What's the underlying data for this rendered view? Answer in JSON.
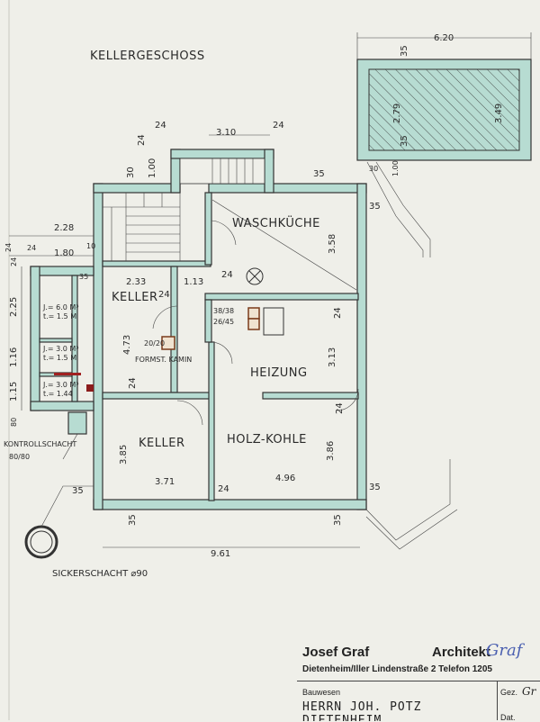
{
  "title": "KELLERGESCHOSS",
  "rooms": {
    "waschkueche": "WASCHKÜCHE",
    "keller_small": "KELLER",
    "heizung": "HEIZUNG",
    "keller": "KELLER",
    "holz_kohle": "HOLZ-KOHLE",
    "kamin": "FORMST. KAMIN"
  },
  "labels": {
    "kontrollschacht": "KONTROLLSCHACHT",
    "kontrollschacht_size": "80/80",
    "sickerschacht": "SICKERSCHACHT ⌀90",
    "tank1": "J.= 6.0 M³",
    "tank1b": "t.= 1.5 M",
    "tank2": "J.= 3.0 M³",
    "tank2b": "t.= 1.5 M",
    "tank3": "J.= 3.0 M³",
    "tank3b": "t.= 1.44",
    "chimney1": "38/38",
    "chimney2": "26/45",
    "kamin_size": "20/20"
  },
  "dims": {
    "d620": "6.20",
    "d35a": "35",
    "d35b": "35",
    "d279": "2.79",
    "d349": "3.49",
    "d310": "3.10",
    "d24a": "24",
    "d24b": "24",
    "d24c": "24",
    "d100a": "1.00",
    "d30": "30",
    "d35c": "35",
    "d30b": "30",
    "d100b": "1.00",
    "d35d": "35",
    "d228": "2.28",
    "d180": "1.80",
    "d24d": "24",
    "d10": "10",
    "d225": "2.25",
    "d24e": "24",
    "d116": "1.16",
    "d115": "1.15",
    "d80": "80",
    "d35e": "35",
    "d233": "2.33",
    "d24f": "24",
    "d113": "1.13",
    "d24g": "24",
    "d358": "3.58",
    "d473": "4.73",
    "d313": "3.13",
    "d24h": "24",
    "d24i": "24",
    "d24j": "24",
    "d385": "3.85",
    "d386": "3.86",
    "d371": "3.71",
    "d496": "4.96",
    "d35f": "35",
    "d24k": "24",
    "d35g": "35",
    "d35h": "35",
    "d35i": "35",
    "d961": "9.61",
    "d24l": "24"
  },
  "titleblock": {
    "name": "Josef Graf",
    "role": "Architekt",
    "signature": "Graf",
    "address": "Dietenheim/Iller   Lindenstraße 2   Telefon 1205",
    "bauwesen": "Bauwesen",
    "owner": "HERRN  JOH. POTZ",
    "owner2": "DIETENHEIM",
    "gez": "Gez.",
    "gez_val": "Gr",
    "dat": "Dat."
  }
}
